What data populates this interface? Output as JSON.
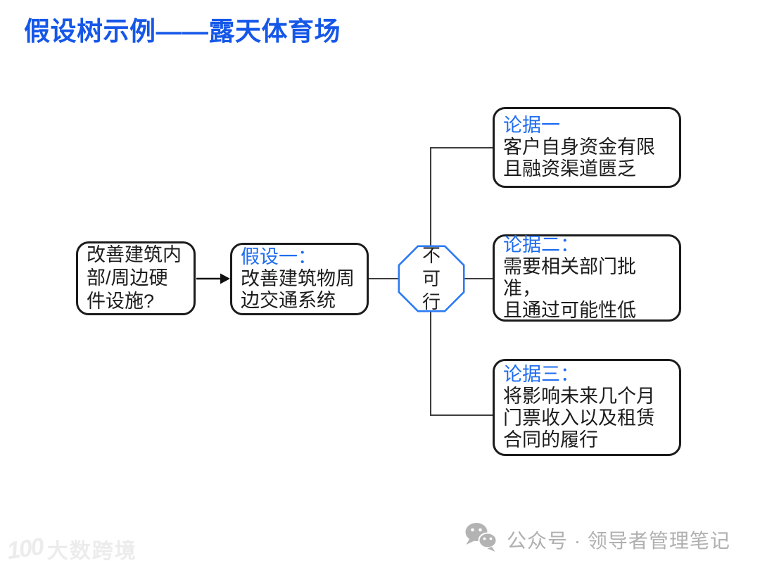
{
  "title": "假设树示例——露天体育场",
  "colors": {
    "title_blue": "#1557e8",
    "label_blue": "#1e6cf0",
    "octagon_border_blue": "#2b7af3",
    "box_border": "#1b1b1b",
    "connector_line": "#3d3d3d",
    "footer_gray": "#b0b0b0",
    "watermark_gray": "#ececec"
  },
  "diagram": {
    "root": {
      "text": "改善建筑内\n部/周边硬\n件设施?"
    },
    "hypothesis": {
      "label": "假设一：",
      "text": "改善建筑物周\n边交通系统"
    },
    "decision": {
      "text": "不可行",
      "text_vertical": "不\n可\n行"
    },
    "evidence": [
      {
        "label": "论据一",
        "text": "客户自身资金有限\n且融资渠道匮乏"
      },
      {
        "label": "论据二：",
        "text": "需要相关部门批准，\n且通过可能性低"
      },
      {
        "label": "论据三：",
        "text": "将影响未来几个月\n门票收入以及租赁\n合同的履行"
      }
    ]
  },
  "footer": {
    "wechat_label": "公众号 · 领导者管理笔记"
  },
  "watermark": {
    "logo": "100",
    "text": "大数跨境"
  }
}
